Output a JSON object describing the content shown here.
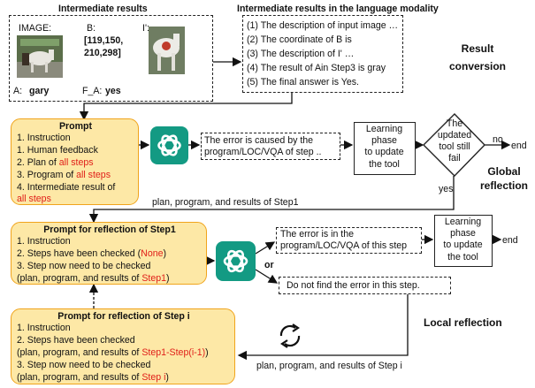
{
  "top": {
    "intermediate_title": "Intermediate results",
    "image_label": "IMAGE:",
    "b_label": "B:",
    "b_value": "[119,150,\n210,298]",
    "iprime_label": "I':",
    "a_label": "A:",
    "a_value": "gary",
    "fa_label": "F_A:",
    "fa_value": "yes",
    "lang_title": "Intermediate results in the language modality",
    "lang_lines": [
      "(1)  The description of input image  …",
      "(2)  The coordinate of B is",
      "(3)  The description of I' …",
      "(4)  The result of Ain Step3 is gray",
      "(5)  The final answer is Yes."
    ],
    "result_conversion": "Result\nconversion"
  },
  "global": {
    "prompt_title": "Prompt",
    "prompt_lines": [
      {
        "pre": "1.   Instruction",
        "red": ""
      },
      {
        "pre": "1.   Human feedback",
        "red": ""
      },
      {
        "pre": "2. Plan of ",
        "red": "all steps"
      },
      {
        "pre": "3. Program of ",
        "red": "all steps"
      },
      {
        "pre": "4. Intermediate result of",
        "red": ""
      },
      {
        "pre": "",
        "red": "all steps"
      }
    ],
    "error_text": "The error is caused by the\nprogram/LOC/VQA of step ..",
    "learning_text": "Learning\nphase\nto update\nthe tool",
    "diamond_text": "The\nupdated\ntool still\nfail",
    "no_label": "no",
    "end_label": "end",
    "yes_label": "yes",
    "global_reflection": "Global\nreflection",
    "plan_step1": "plan, program, and results of Step1"
  },
  "local": {
    "step1_title": "Prompt for reflection of Step1",
    "step1_lines": [
      {
        "pre": "1. Instruction",
        "red": "",
        "post": ""
      },
      {
        "pre": "2. Steps have been checked (",
        "red": "None",
        "post": ")"
      },
      {
        "pre": "3. Step now need to be checked",
        "red": "",
        "post": ""
      },
      {
        "pre": "(plan, program, and results of ",
        "red": "Step1",
        "post": ")"
      }
    ],
    "error_text": "The error is in the\nprogram/LOC/VQA of this step",
    "learning_text": "Learning\nphase\nto update\nthe tool",
    "end_label": "end",
    "or_label": "or",
    "notfind_text": "Do not find the error in this step.",
    "stepi_title": "Prompt for reflection of Step i",
    "stepi_lines": [
      {
        "pre": "1. Instruction",
        "red": "",
        "post": ""
      },
      {
        "pre": "2. Steps have been checked",
        "red": "",
        "post": ""
      },
      {
        "pre": "(plan, program, and results of ",
        "red": "Step1-Step(i-1)",
        "post": ")"
      },
      {
        "pre": "3. Step now need to be checked",
        "red": "",
        "post": ""
      },
      {
        "pre": "(plan, program, and results of ",
        "red": "Step i",
        "post": ")"
      }
    ],
    "local_reflection": "Local reflection",
    "plan_stepi": "plan, program, and results of Step i"
  },
  "colors": {
    "accent_red": "#e0201a",
    "box_fill": "#fde8a6",
    "box_border": "#f0a41c",
    "gpt": "#139a83"
  }
}
